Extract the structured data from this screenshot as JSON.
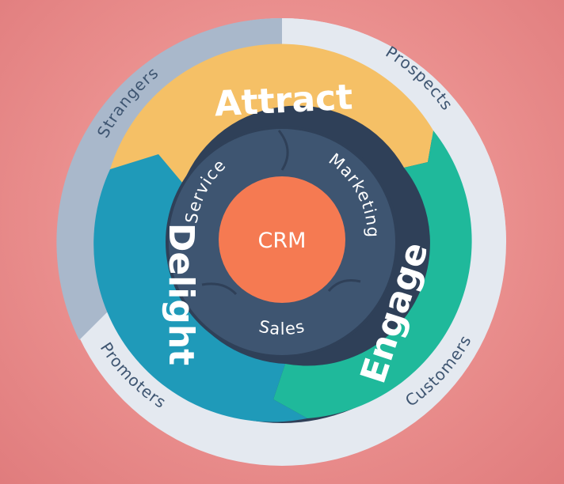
{
  "diagram": {
    "center": {
      "label": "CRM",
      "color": "#f57a52"
    },
    "hub": {
      "color": "#3e5571",
      "items": [
        {
          "id": "service",
          "label": "Service"
        },
        {
          "id": "marketing",
          "label": "Marketing"
        },
        {
          "id": "sales",
          "label": "Sales"
        }
      ]
    },
    "stages": [
      {
        "id": "attract",
        "label": "Attract",
        "color": "#f5c066"
      },
      {
        "id": "engage",
        "label": "Engage",
        "color": "#1fb99b"
      },
      {
        "id": "delight",
        "label": "Delight",
        "color": "#1f9ab9"
      }
    ],
    "outer_ring": {
      "colors": {
        "dark": "#a9b8cb",
        "light": "#e4e9f0",
        "text": "#3e5571"
      },
      "items": [
        {
          "id": "strangers",
          "label": "Strangers"
        },
        {
          "id": "prospects",
          "label": "Prospects"
        },
        {
          "id": "customers",
          "label": "Customers"
        },
        {
          "id": "promoters",
          "label": "Promoters"
        }
      ]
    }
  }
}
